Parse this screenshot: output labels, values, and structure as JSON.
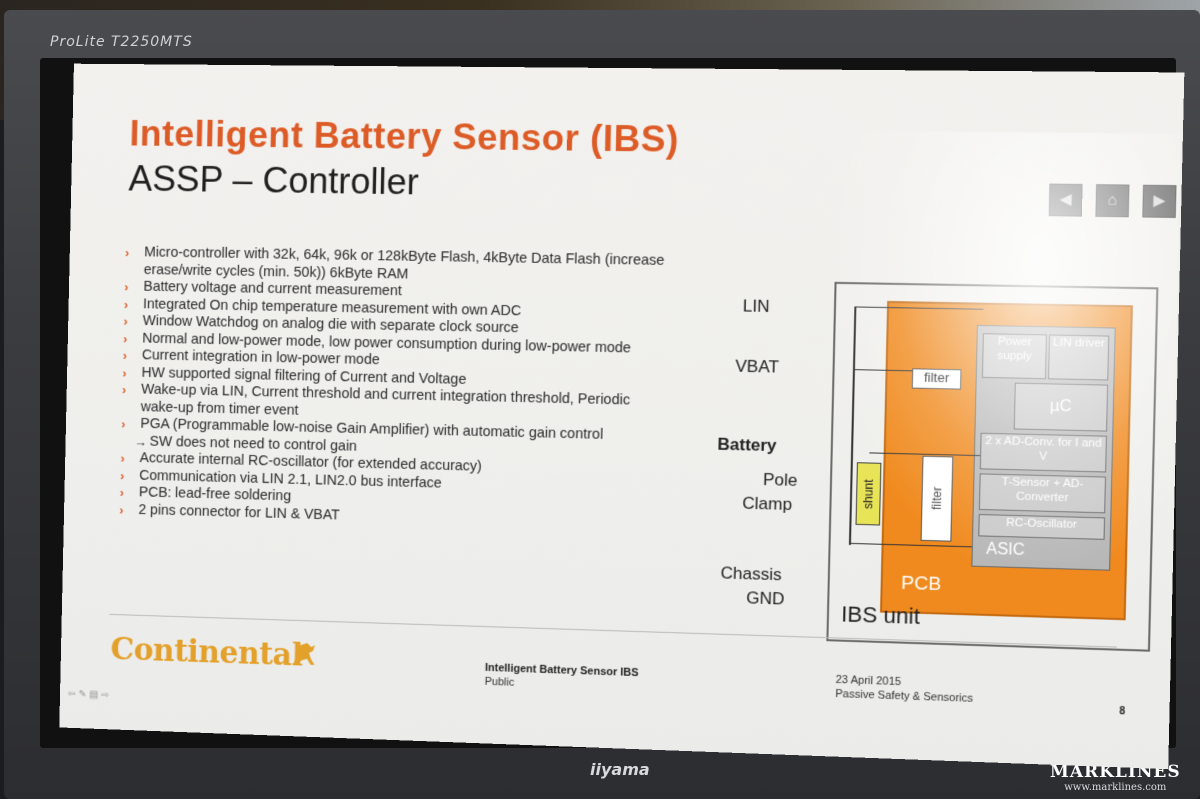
{
  "monitor": {
    "model": "ProLite T2250MTS",
    "maker": "iiyama"
  },
  "watermark": {
    "name": "MARKLINES",
    "url": "www.marklines.com"
  },
  "slide": {
    "title": "Intelligent Battery Sensor (IBS)",
    "subtitle": "ASSP – Controller",
    "accent_color": "#dd5b26",
    "nav": {
      "prev_icon": "arrow-left-icon",
      "home_icon": "home-icon",
      "next_icon": "arrow-right-icon"
    },
    "bullets": [
      {
        "text": "Micro-controller with 32k, 64k, 96k or 128kByte Flash, 4kByte Data Flash (increase erase/write cycles (min. 50k)) 6kByte RAM"
      },
      {
        "text": "Battery voltage and current measurement"
      },
      {
        "text": "Integrated On chip temperature measurement with own ADC"
      },
      {
        "text": "Window Watchdog on analog die with separate clock source"
      },
      {
        "text": "Normal and low-power mode, low power consumption during low-power mode"
      },
      {
        "text": "Current integration in low-power mode"
      },
      {
        "text": "HW supported signal filtering of Current and Voltage"
      },
      {
        "text": "Wake-up via LIN, Current threshold and current integration threshold, Periodic wake-up from timer event"
      },
      {
        "text": "PGA (Programmable low-noise Gain Amplifier) with automatic gain control"
      },
      {
        "text": "SW does not need to control gain",
        "sub": true
      },
      {
        "text": "Accurate internal RC-oscillator (for extended accuracy)"
      },
      {
        "text": "Communication via LIN 2.1, LIN2.0 bus interface"
      },
      {
        "text": "PCB: lead-free soldering"
      },
      {
        "text": "2 pins connector for LIN & VBAT"
      }
    ],
    "diagram": {
      "lin": "LIN",
      "vbat": "VBAT",
      "battery": "Battery",
      "pole_clamp_1": "Pole",
      "pole_clamp_2": "Clamp",
      "chassis_1": "Chassis",
      "chassis_2": "GND",
      "ibs_unit": "IBS unit",
      "pcb": "PCB",
      "asic": "ASIC",
      "filter_top": "filter",
      "filter_vertical": "filter",
      "shunt": "shunt",
      "power_supply": "Power supply",
      "lin_driver": "LIN driver",
      "uc": "µC",
      "ad_conv": "2 x AD-Conv. for I and V",
      "t_sensor": "T-Sensor + AD-Converter",
      "rc_osc": "RC-Oscillator",
      "pcb_color": "#f08a1e",
      "asic_color": "#b7b7b7",
      "shunt_color": "#e8e458"
    },
    "footer": {
      "logo": "Continental",
      "logo_icon": "horse-icon",
      "doc_title": "Intelligent Battery Sensor IBS",
      "classification": "Public",
      "date": "23 April 2015",
      "department": "Passive Safety & Sensorics",
      "page": "8",
      "logo_color": "#e3a02a"
    }
  }
}
